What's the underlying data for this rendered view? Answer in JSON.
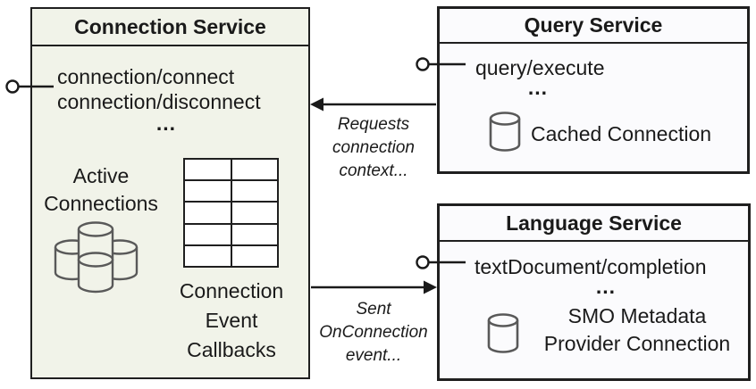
{
  "connection_service": {
    "title": "Connection Service",
    "method_1": "connection/connect",
    "method_2": "connection/disconnect",
    "ellipsis": "...",
    "active_connections": [
      "Active",
      "Connections"
    ],
    "callbacks": [
      "Connection",
      "Event",
      "Callbacks"
    ]
  },
  "query_service": {
    "title": "Query Service",
    "method_1": "query/execute",
    "ellipsis": "...",
    "cached_connection": "Cached Connection"
  },
  "language_service": {
    "title": "Language Service",
    "method_1": "textDocument/completion",
    "ellipsis": "...",
    "provider_connection": [
      "SMO Metadata",
      "Provider Connection"
    ]
  },
  "arrows": {
    "requests_label": [
      "Requests",
      "connection",
      "context..."
    ],
    "sent_label": [
      "Sent",
      "OnConnection",
      "event..."
    ]
  },
  "colors": {
    "connection_service_fill": "#f1f3e9",
    "service_fill": "#fbfbfd",
    "border": "#1f1f1f",
    "icon_stroke": "#595959"
  }
}
